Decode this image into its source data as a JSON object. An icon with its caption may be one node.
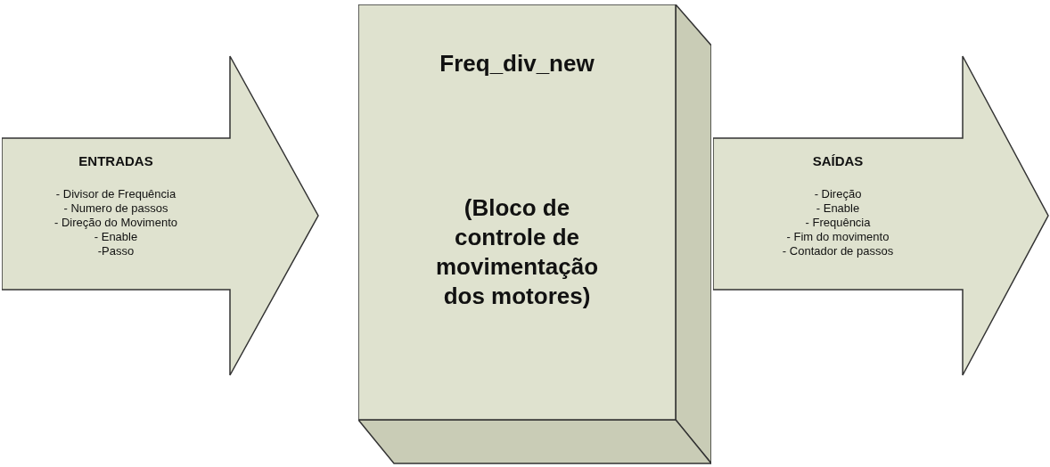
{
  "diagram": {
    "nodes": [
      {
        "text": [
          "ENTRADAS",
          "- Divisor de Frequência",
          "- Numero de passos",
          "- Direção do Movimento",
          "- Enable",
          "-Passo"
        ]
      },
      {
        "text": [
          "Freq_div_new",
          "(Bloco de controle de movimentação dos motores)"
        ]
      },
      {
        "text": [
          "SAÍDAS",
          "- Direção",
          "- Enable",
          "- Frequência",
          "- Fim do movimento",
          "- Contador de passos"
        ]
      }
    ]
  }
}
